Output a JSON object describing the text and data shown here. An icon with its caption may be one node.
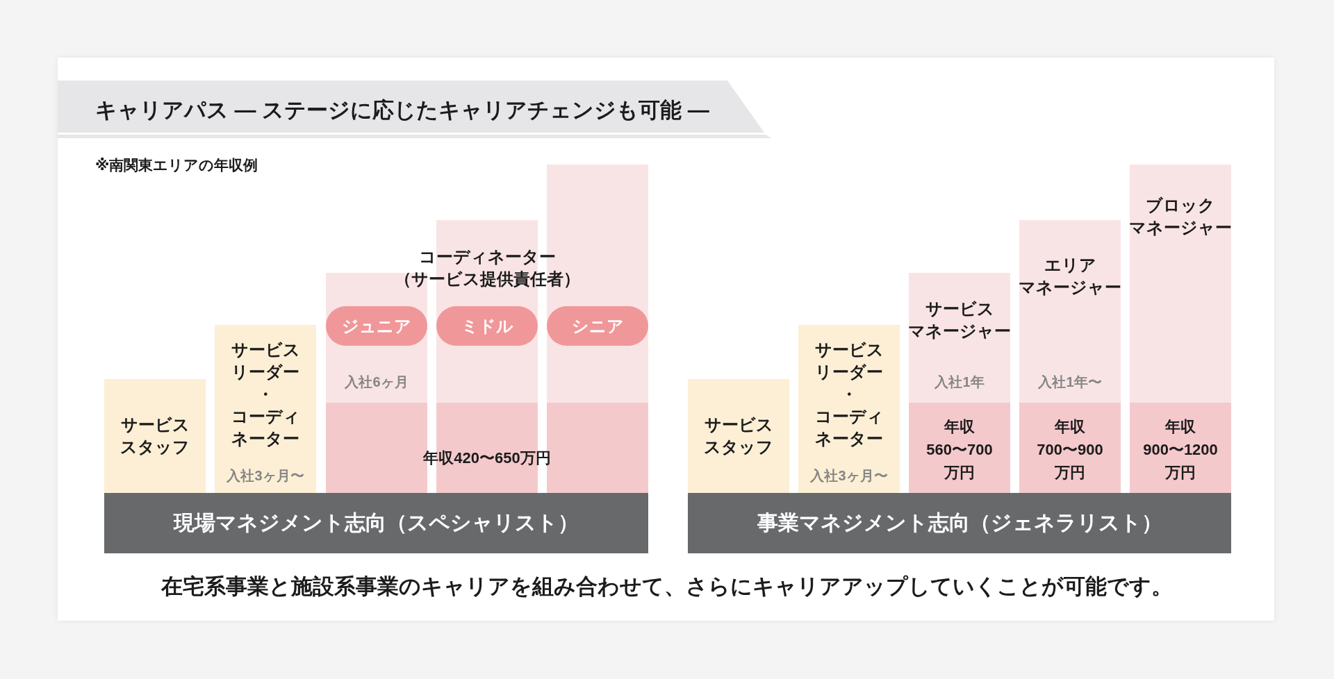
{
  "diagram": {
    "title": "キャリアパス ― ステージに応じたキャリアチェンジも可能 ―",
    "caption": "在宅系事業と施設系事業のキャリアを組み合わせて、さらにキャリアアップしていくことが可能です。",
    "nodes": [
      {
        "text": [
          "サービススタッフ"
        ]
      },
      {
        "text": [
          "サービスリーダー",
          "・",
          "コーディネーター",
          "入社3ヶ月〜"
        ]
      },
      {
        "text": [
          "入社6ヶ月"
        ]
      },
      {
        "text": [
          "ジュニア"
        ],
        "in": 2
      },
      {
        "text": [],
        "shape": "box",
        "in": 2
      },
      {
        "text": [],
        "shape": "bar"
      },
      {
        "text": [
          "ミドル"
        ],
        "in": 5
      },
      {
        "text": [],
        "shape": "box",
        "in": 5
      },
      {
        "text": [],
        "shape": "bar"
      },
      {
        "text": [
          "シニア"
        ],
        "in": 8
      },
      {
        "text": [],
        "shape": "box",
        "in": 8
      },
      {
        "text": [
          "現場マネジメント志向（スペシャリスト）"
        ]
      },
      {
        "text": [
          "サービススタッフ"
        ]
      },
      {
        "text": [
          "サービスリーダー",
          "・",
          "コーディネーター",
          "入社3ヶ月〜"
        ]
      },
      {
        "text": [
          "サービスマネージャー",
          "入社1年"
        ]
      },
      {
        "text": [
          "年収560〜700万円"
        ],
        "in": 14
      },
      {
        "text": [
          "エリアマネージャー",
          "入社1年〜"
        ]
      },
      {
        "text": [
          "年収700〜900万円"
        ],
        "in": 16
      },
      {
        "text": [
          "ブロックマネージャー"
        ]
      },
      {
        "text": [
          "年収900〜1200万円"
        ],
        "in": 18
      },
      {
        "text": [
          "事業マネジメント志向（ジェネラリスト）"
        ]
      }
    ],
    "labels": [
      "※南関東エリアの年収例",
      "コーディネーター（サービス提供責任者）",
      "年収420〜650万円"
    ]
  }
}
